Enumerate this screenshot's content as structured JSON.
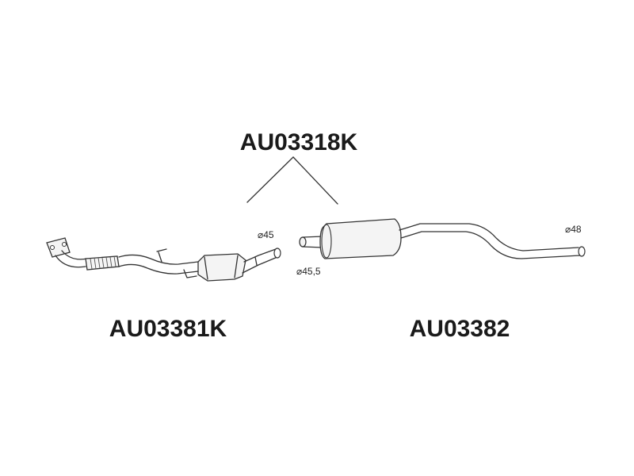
{
  "labels": {
    "kit": "AU03318K",
    "front_section": "AU03381K",
    "rear_section": "AU03382"
  },
  "dimensions": {
    "front_outlet": "45",
    "middle_inlet": "45,5",
    "rear_outlet": "48"
  }
}
